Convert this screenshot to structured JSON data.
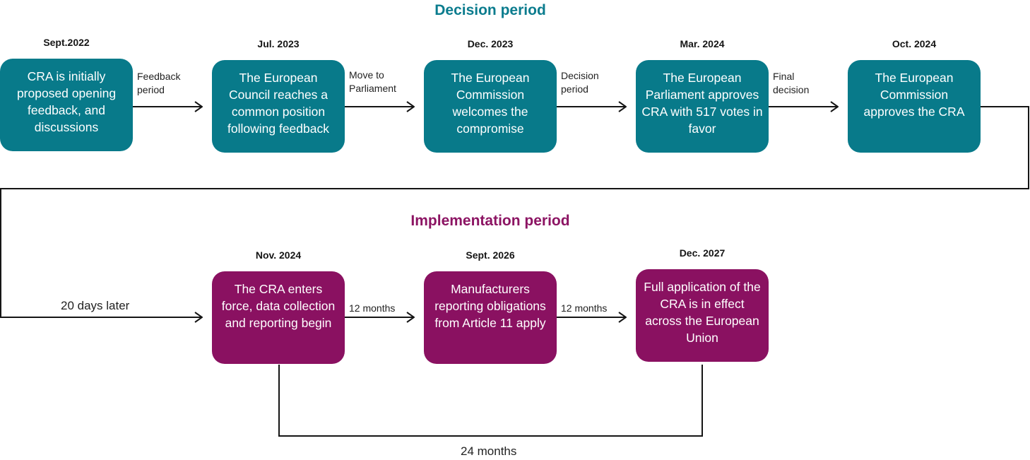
{
  "decision": {
    "title": "Decision period",
    "steps": [
      {
        "date": "Sept.2022",
        "text": "CRA is initially proposed opening feedback, and discussions"
      },
      {
        "date": "Jul. 2023",
        "text": "The European Council reaches a common position following feedback"
      },
      {
        "date": "Dec. 2023",
        "text": "The European Commission welcomes the compromise"
      },
      {
        "date": "Mar. 2024",
        "text": "The European Parliament approves CRA with 517 votes in favor"
      },
      {
        "date": "Oct. 2024",
        "text": "The European Commission approves the CRA"
      }
    ],
    "edges": [
      {
        "line1": "Feedback",
        "line2": "period"
      },
      {
        "line1": "Move to",
        "line2": "Parliament"
      },
      {
        "line1": "Decision",
        "line2": "period"
      },
      {
        "line1": "Final",
        "line2": "decision"
      }
    ]
  },
  "implementation": {
    "title": "Implementation period",
    "steps": [
      {
        "date": "Nov. 2024",
        "text": "The CRA enters force, data collection and reporting begin"
      },
      {
        "date": "Sept. 2026",
        "text": "Manufacturers reporting obligations from Article 11 apply"
      },
      {
        "date": "Dec. 2027",
        "text": "Full application of the CRA is in effect across the European Union"
      }
    ],
    "edges": [
      {
        "label": "20 days later"
      },
      {
        "label": "12 months"
      },
      {
        "label": "12 months"
      },
      {
        "label": "24 months"
      }
    ]
  },
  "colors": {
    "decision": "#087a8a",
    "implementation": "#8a1161",
    "decision_title": "#0b7c8e",
    "implementation_title": "#8c1463",
    "line": "#151515"
  }
}
